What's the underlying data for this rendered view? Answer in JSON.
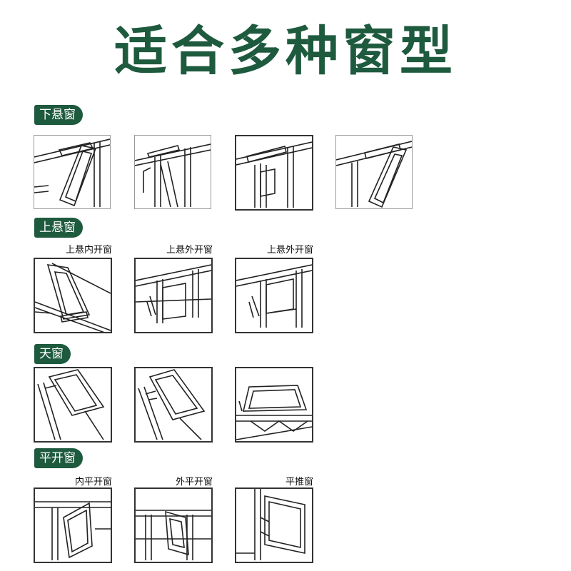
{
  "title": "适合多种窗型",
  "sections": [
    {
      "label": "下悬窗",
      "captions": []
    },
    {
      "label": "上悬窗",
      "captions": [
        "上悬内开窗",
        "上悬外开窗",
        "上悬外开窗"
      ]
    },
    {
      "label": "天窗",
      "captions": []
    },
    {
      "label": "平开窗",
      "captions": [
        "内平开窗",
        "外平开窗",
        "平推窗"
      ]
    }
  ],
  "colors": {
    "accent": "#1e5a3e",
    "line": "#222222"
  }
}
